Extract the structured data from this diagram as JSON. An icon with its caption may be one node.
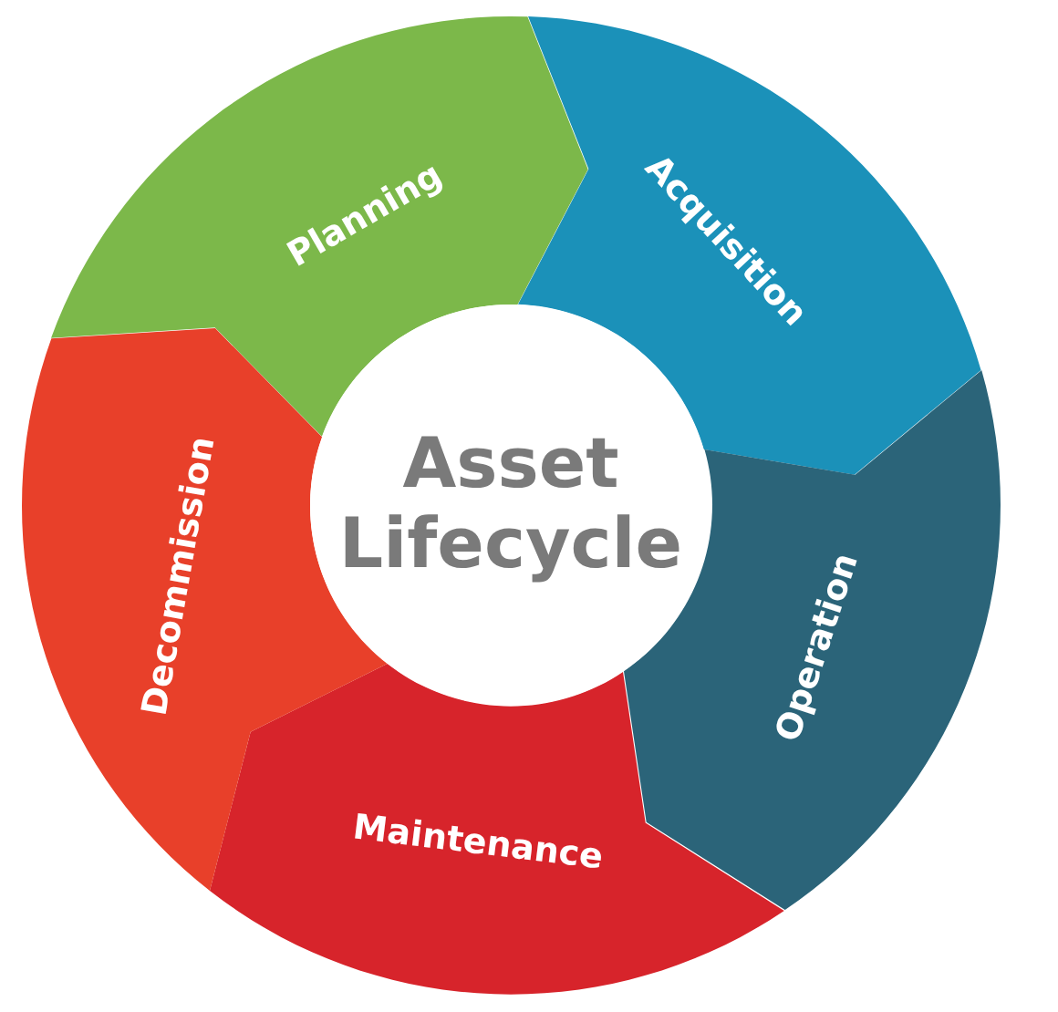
{
  "diagram": {
    "nodes": [
      {
        "text": [
          "Planning"
        ]
      },
      {
        "text": [
          "Acquisition"
        ]
      },
      {
        "text": [
          "Operation"
        ]
      },
      {
        "text": [
          "Maintenance"
        ]
      },
      {
        "text": [
          "Decommission"
        ]
      },
      {
        "text": [
          "Asset Lifecycle"
        ]
      }
    ]
  }
}
